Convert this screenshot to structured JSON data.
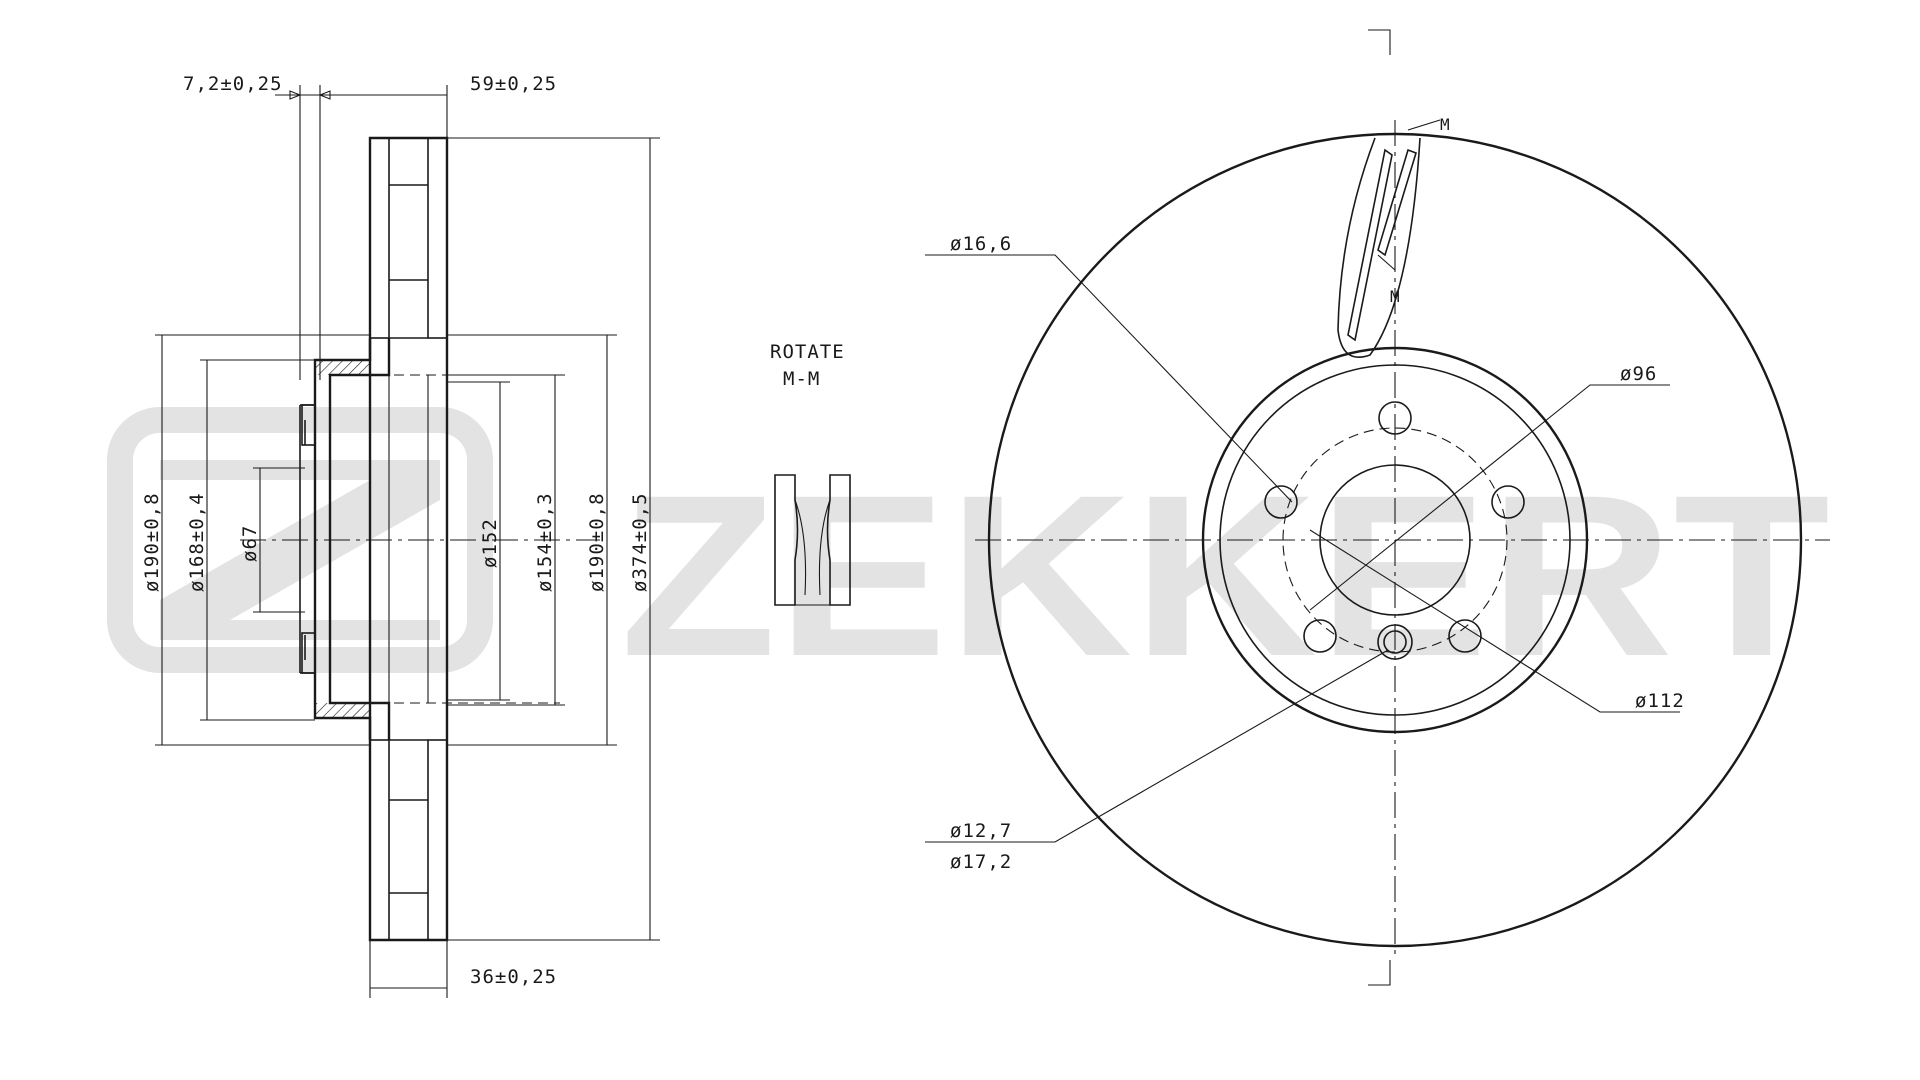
{
  "watermark": {
    "brand": "ZEKKERT",
    "color": "#e3e3e3"
  },
  "section_label": {
    "line1": "ROTATE",
    "line2": "M-M"
  },
  "section_marks": {
    "top": "M",
    "bottom": "M"
  },
  "side_view_dims": {
    "hat_thickness": "7,2±0,25",
    "overall_height": "59±0,25",
    "disc_thickness": "36±0,25",
    "d_190_left": "ø190±0,8",
    "d_168": "ø168±0,4",
    "d_67": "ø67",
    "d_152": "ø152",
    "d_154": "ø154±0,3",
    "d_190_right": "ø190±0,8",
    "d_374": "ø374±0,5"
  },
  "front_view_dims": {
    "hole_dia": "ø16,6",
    "pcd": "ø96",
    "bolt_circle": "ø112",
    "small_hole_1": "ø12,7",
    "small_hole_2": "ø17,2"
  },
  "colors": {
    "line": "#1a1a1a",
    "hatch": "#1a1a1a",
    "background": "#ffffff"
  }
}
